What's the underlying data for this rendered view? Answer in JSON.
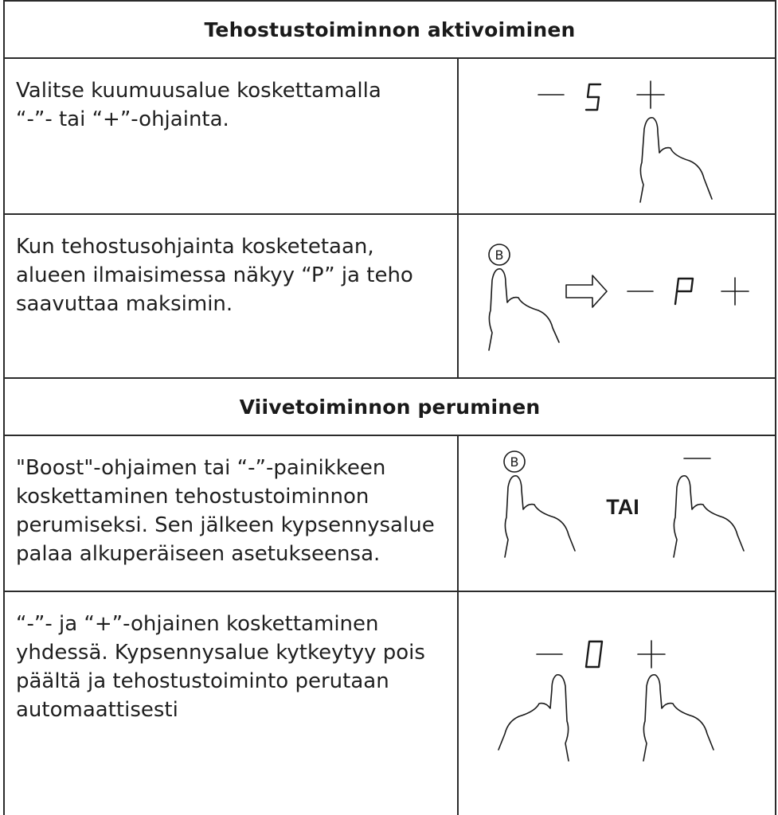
{
  "sections": [
    {
      "title": "Tehostustoiminnon aktivoiminen",
      "rows": [
        {
          "text": "Valitse kuumuusalue koskettamalla “-”- tai “+”-ohjainta.",
          "display": "5"
        },
        {
          "text": "Kun tehostusohjainta kosketetaan, alueen ilmaisimessa näkyy “P” ja teho saavuttaa maksimin.",
          "button_label": "B",
          "display": "P"
        }
      ]
    },
    {
      "title": "Viivetoiminnon peruminen",
      "rows": [
        {
          "text": "\"Boost\"-ohjaimen tai “-”-painikkeen koskettaminen tehostustoiminnon perumiseksi. Sen jälkeen kypsennysalue palaa alkuperäiseen asetukseensa.",
          "button_label": "B",
          "or_label": "TAI"
        },
        {
          "text": "“-”- ja “+”-ohjainen koskettaminen yhdessä. Kypsennysalue kytkeytyy pois päältä ja tehostustoiminto perutaan automaattisesti",
          "display": "0"
        }
      ]
    }
  ],
  "icons": {
    "minus": "minus-icon",
    "plus": "plus-icon",
    "finger": "finger-icon",
    "arrow": "arrow-right-outline-icon",
    "boost_button": "boost-button-icon",
    "seven_segment": "seven-segment-digit-icon"
  },
  "colors": {
    "line": "#2b2b2b",
    "text": "#1f1f1f",
    "background": "#ffffff"
  }
}
